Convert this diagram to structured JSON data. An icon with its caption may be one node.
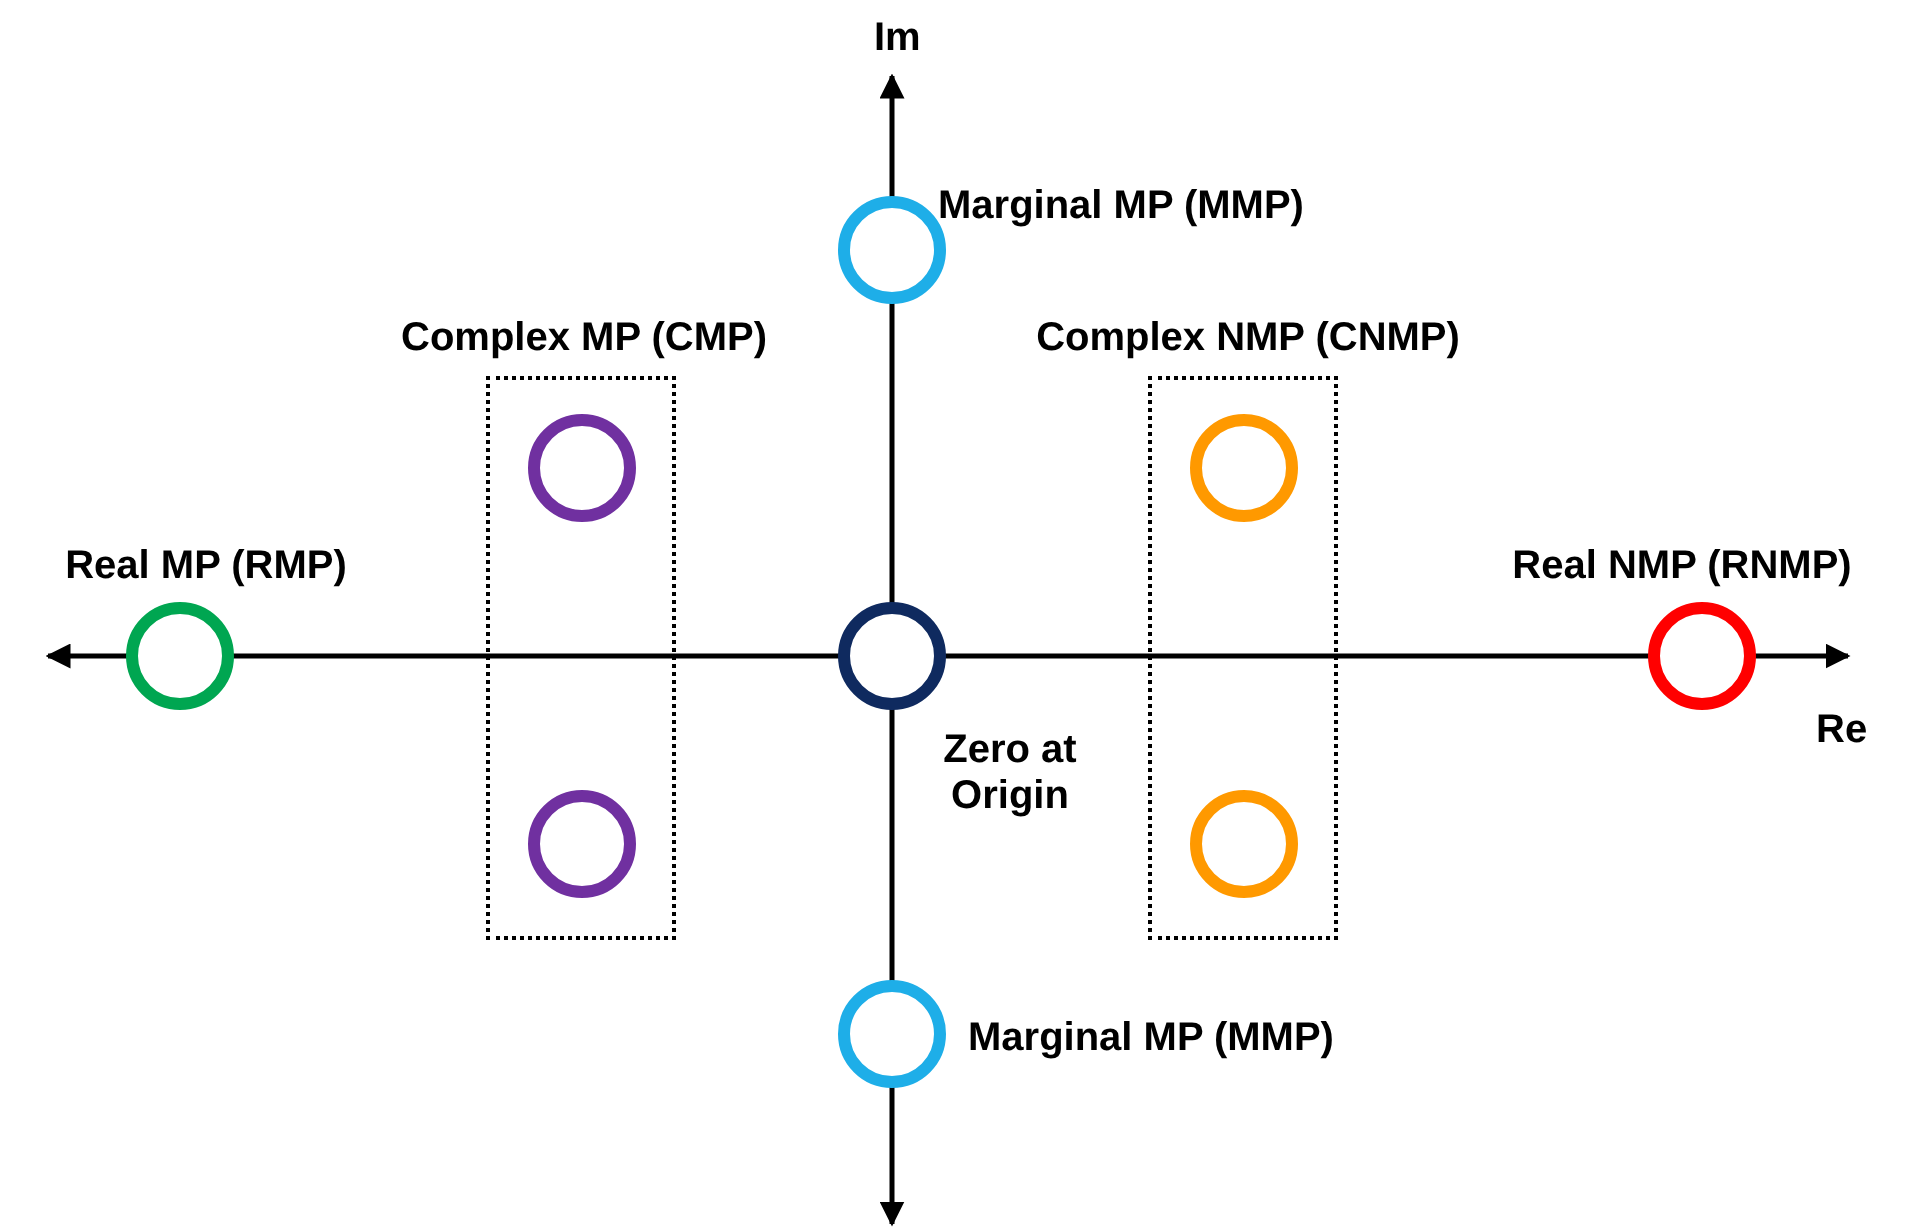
{
  "diagram": {
    "nodes": [
      {
        "text": [],
        "shape": "circle",
        "beside": [
          "Marginal MP (MMP)"
        ]
      },
      {
        "text": [],
        "shape": "box",
        "beside": [
          "Complex MP (CMP)"
        ]
      },
      {
        "text": [],
        "shape": "circle",
        "in": 1
      },
      {
        "text": [],
        "shape": "box",
        "beside": [
          "Complex NMP (CNMP)"
        ]
      },
      {
        "text": [],
        "shape": "circle",
        "in": 3
      },
      {
        "text": [],
        "shape": "circle",
        "beside": [
          "Real MP (RMP)"
        ]
      },
      {
        "text": [],
        "shape": "circle",
        "beside": [
          "Zero at Origin"
        ]
      },
      {
        "text": [],
        "shape": "circle",
        "beside": [
          "Real NMP (RNMP)"
        ]
      },
      {
        "text": [],
        "shape": "circle",
        "in": 1
      },
      {
        "text": [],
        "shape": "circle",
        "in": 3
      },
      {
        "text": [],
        "shape": "circle",
        "beside": [
          "Marginal MP (MMP)"
        ]
      }
    ],
    "labels": [
      "Im",
      "Re"
    ]
  }
}
